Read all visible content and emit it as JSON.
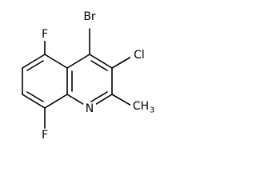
{
  "molecule": {
    "substituents": {
      "bromo": "Br",
      "chloro": "Cl",
      "fluoro_top": "F",
      "fluoro_bottom": "F",
      "ring_nitrogen": "N",
      "methyl": "CH",
      "methyl_subscript": "3"
    },
    "colors": {
      "ink": "#000000",
      "background": "#ffffff"
    }
  }
}
